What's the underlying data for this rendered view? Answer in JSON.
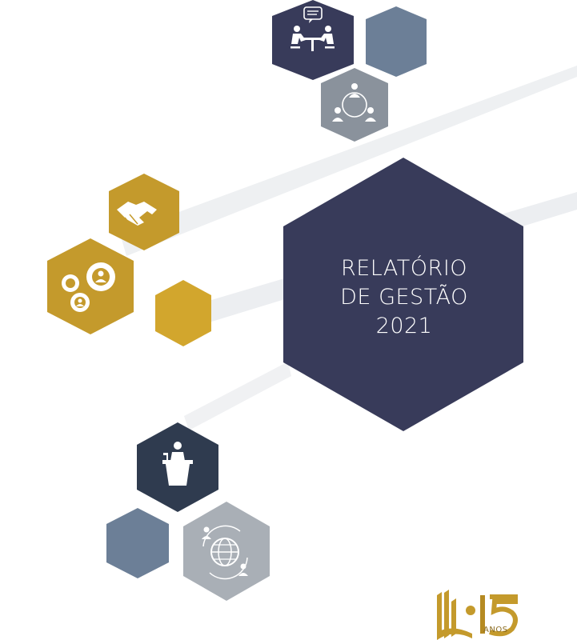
{
  "cover": {
    "title_line1": "RELATÓRIO",
    "title_line2": "DE GESTÃO",
    "year": "2021"
  },
  "logo": {
    "badge_text": "ANOS"
  },
  "icons": [
    "meeting-icon",
    "team-network-icon",
    "handshake-icon",
    "gears-people-icon",
    "speaker-podium-icon",
    "globe-people-icon"
  ],
  "colors": {
    "navy": "#383b5a",
    "dark_navy": "#2f3b4f",
    "slate_blue": "#6c7f97",
    "gray": "#8a929c",
    "light_gray": "#a9afb6",
    "gold": "#c49a2c",
    "gold_light": "#d2a62d"
  }
}
